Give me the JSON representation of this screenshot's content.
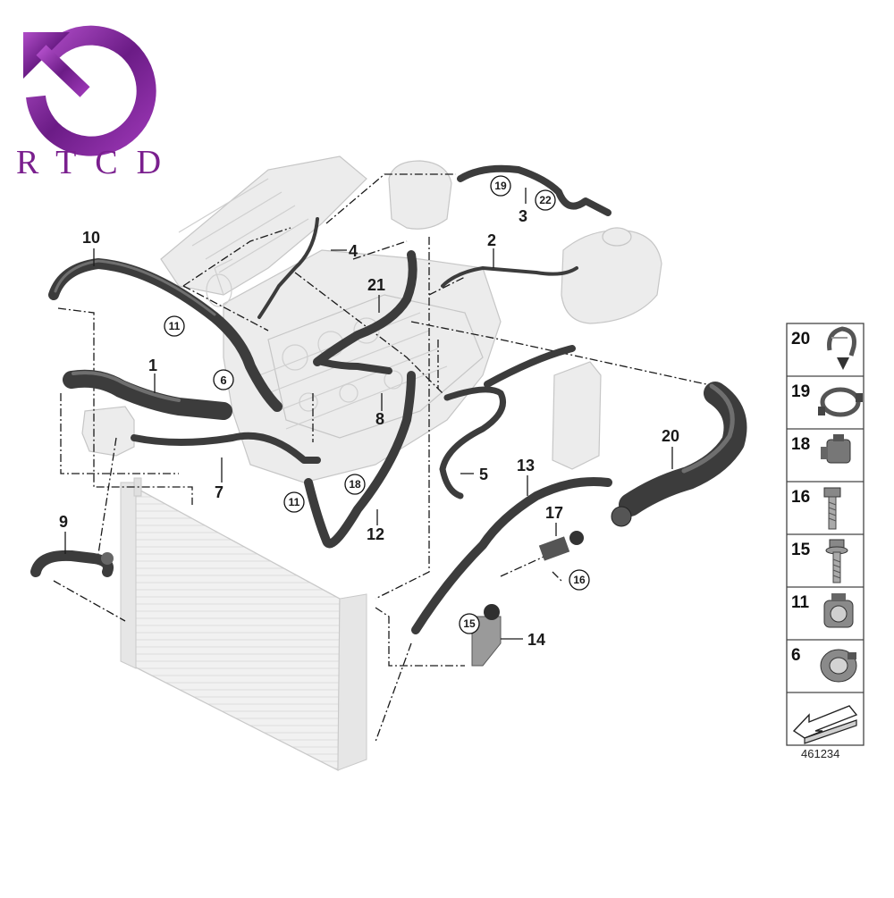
{
  "brand": {
    "logo_text": "RTCD",
    "logo_color": "#7a1f8e"
  },
  "diagram": {
    "document_number": "461234",
    "callouts": [
      "1",
      "2",
      "3",
      "4",
      "5",
      "6",
      "7",
      "8",
      "9",
      "10",
      "11",
      "11",
      "12",
      "13",
      "14",
      "15",
      "16",
      "17",
      "18",
      "19",
      "20",
      "21",
      "22"
    ],
    "parts_panel": [
      {
        "number": "20",
        "icon": "hose-clamp-hook-icon"
      },
      {
        "number": "19",
        "icon": "spring-band-clamp-icon"
      },
      {
        "number": "18",
        "icon": "quick-clip-icon"
      },
      {
        "number": "16",
        "icon": "bolt-icon"
      },
      {
        "number": "15",
        "icon": "flange-bolt-icon"
      },
      {
        "number": "11",
        "icon": "hose-clip-icon"
      },
      {
        "number": "6",
        "icon": "hose-connector-icon"
      }
    ],
    "direction_marker": "front-arrow-icon"
  },
  "colors": {
    "hose": "#3c3c3c",
    "ghost_part": "#ececec",
    "leader_line": "#1a1a1a"
  }
}
